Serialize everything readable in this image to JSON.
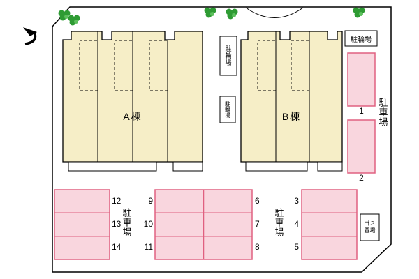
{
  "colors": {
    "building_fill": "#f6eec7",
    "parking_fill": "#f9d6de",
    "parking_border": "#e06080",
    "tree_green": "#2e9b33",
    "tree_center": "#5cc05c",
    "line": "#000000"
  },
  "buildings": {
    "a": "A棟",
    "b": "B棟"
  },
  "labels": {
    "bicycle": "駐輪場",
    "parking": "駐車場",
    "garbage_line1": "ゴミ",
    "garbage_line2": "置場"
  },
  "spaces": {
    "right": [
      "1",
      "2"
    ],
    "bottom_left": [
      "12",
      "13",
      "14"
    ],
    "bottom_middle_left": [
      "9",
      "10",
      "11"
    ],
    "bottom_middle_right": [
      "6",
      "7",
      "8"
    ],
    "bottom_right": [
      "3",
      "4",
      "5"
    ]
  }
}
